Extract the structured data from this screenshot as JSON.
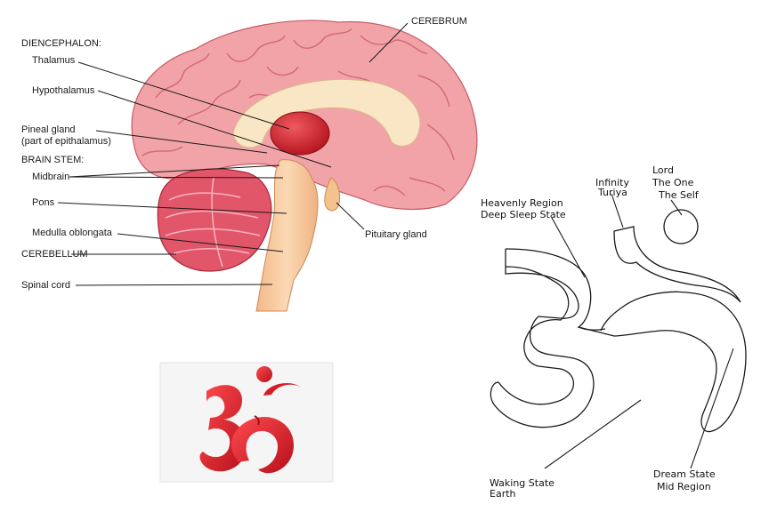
{
  "brain_diagram": {
    "cerebrum": "CEREBRUM",
    "diencephalon": "DIENCEPHALON:",
    "thalamus": "Thalamus",
    "hypothalamus": "Hypothalamus",
    "pineal_gland": "Pineal gland",
    "pineal_note": "(part of epithalamus)",
    "brain_stem": "BRAIN STEM:",
    "midbrain": "Midbrain",
    "pons": "Pons",
    "medulla": "Medulla oblongata",
    "cerebellum": "CEREBELLUM",
    "spinal_cord": "Spinal cord",
    "pituitary": "Pituitary gland"
  },
  "om_diagram": {
    "lord": "Lord",
    "the_one": "The One",
    "the_self": "The Self",
    "infinity": "Infinity",
    "turiya": "Turiya",
    "heavenly": "Heavenly Region",
    "deep_sleep": "Deep Sleep State",
    "waking": "Waking State",
    "earth": "Earth",
    "dream": "Dream State",
    "mid_region": "Mid Region"
  },
  "colors": {
    "cortex": "#f2a3a8",
    "cortex_dark": "#d46b76",
    "corpus_callosum": "#f8e6c4",
    "thalamus": "#d11f2a",
    "brainstem": "#f6c99a",
    "om_red": "#d81d26"
  }
}
